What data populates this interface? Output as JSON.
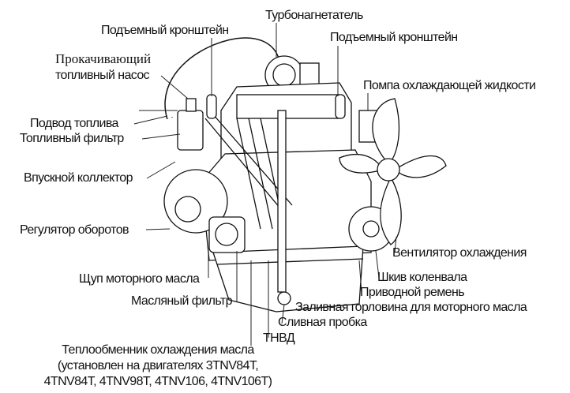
{
  "labels": {
    "turbocharger": "Турбонагнетатель",
    "lifting_bracket_left": "Подъемный кронштейн",
    "lifting_bracket_right": "Подъемный кронштейн",
    "priming_pump_line1": "Прокачивающий",
    "priming_pump_line2": "топливный насос",
    "coolant_pump": "Помпа охлаждающей жидкости",
    "fuel_inlet": "Подвод топлива",
    "fuel_filter": "Топливный фильтр",
    "intake_manifold": "Впускной коллектор",
    "governor": "Регулятор оборотов",
    "cooling_fan": "Вентилятор охлаждения",
    "dipstick": "Щуп моторного масла",
    "crank_pulley": "Шкив коленвала",
    "drive_belt": "Приводной ремень",
    "oil_filter": "Масляный фильтр",
    "oil_filler": "Заливная горловина для моторного масла",
    "drain_plug": "Сливная пробка",
    "injection_pump": "ТНВД",
    "oil_cooler_line1": "Теплообменник охлаждения масла",
    "oil_cooler_line2": "(установлен на двигателях 3TNV84T,",
    "oil_cooler_line3": "4TNV84T, 4TNV98T, 4TNV106, 4TNV106T)"
  }
}
